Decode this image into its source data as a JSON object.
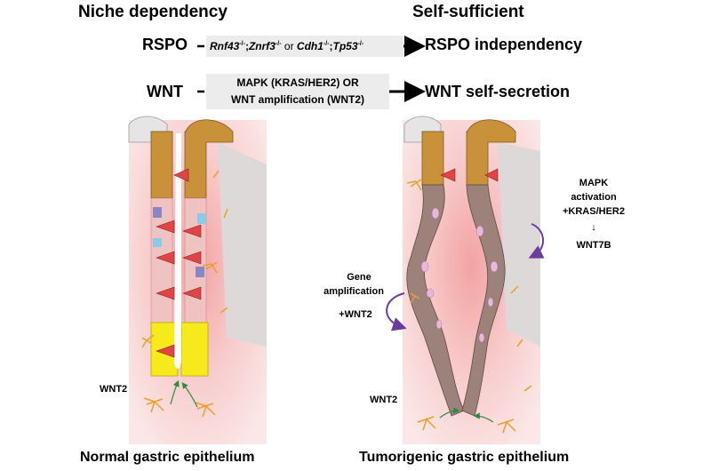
{
  "headers": {
    "left": "Niche dependency",
    "right": "Self-sufficient"
  },
  "rows": {
    "rspo": {
      "label": "RSPO",
      "gene1": "Rnf43",
      "gene1_sup": "-/-",
      "gene2": "Znrf3",
      "gene2_sup": "-/-",
      "connector": " or ",
      "gene3": "Cdh1",
      "gene3_sup": "-/-",
      "gene4": "Tp53",
      "gene4_sup": "-/-",
      "result": "RSPO independency"
    },
    "wnt": {
      "label": "WNT",
      "box_line1": "MAPK (KRAS/HER2) OR",
      "box_line2": "WNT amplification (WNT2)",
      "result": "WNT self-secretion"
    }
  },
  "annotations": {
    "mapk_line1": "MAPK",
    "mapk_line2": "activation",
    "mapk_line3": "+KRAS/HER2",
    "mapk_arrow": "↓",
    "mapk_line4": "WNT7B",
    "gene_line1": "Gene",
    "gene_line2": "amplification",
    "gene_line3": "+WNT2",
    "wnt2_left": "WNT2",
    "wnt2_right": "WNT2"
  },
  "captions": {
    "left": "Normal gastric epithelium",
    "right": "Tumorigenic gastric epithelium"
  },
  "colors": {
    "stroma_pink": "#f7c9c9",
    "stroma_deep": "#f3a7a7",
    "epithelium_tan": "#c9923a",
    "tumor_brown": "#9c827a",
    "stem_red": "#e04545",
    "stem_yellow": "#f6ea1c",
    "fibroblast_orange": "#f0a630",
    "cycle_purple": "#6a3d9a",
    "grey_tissue": "#d8d6d6"
  }
}
